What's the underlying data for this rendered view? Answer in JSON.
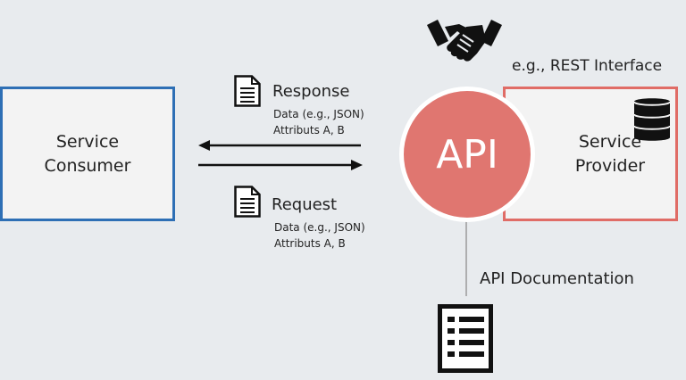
{
  "consumer": {
    "line1": "Service",
    "line2": "Consumer"
  },
  "provider": {
    "line1": "Service",
    "line2": "Provider",
    "interface_label": "e.g., REST Interface"
  },
  "api": {
    "label": "API",
    "documentation_label": "API Documentation"
  },
  "response": {
    "title": "Response",
    "detail1": "Data (e.g., JSON)",
    "detail2": "Attributs A, B"
  },
  "request": {
    "title": "Request",
    "detail1": "Data (e.g., JSON)",
    "detail2": "Attributs A, B"
  },
  "icons": {
    "agreement": "handshake-icon",
    "storage": "database-icon",
    "message": "document-icon",
    "docs": "checklist-icon"
  },
  "colors": {
    "consumer_border": "#2e6fb5",
    "provider_border": "#e06c66",
    "api_fill": "#e07670",
    "background": "#e8ebee"
  }
}
